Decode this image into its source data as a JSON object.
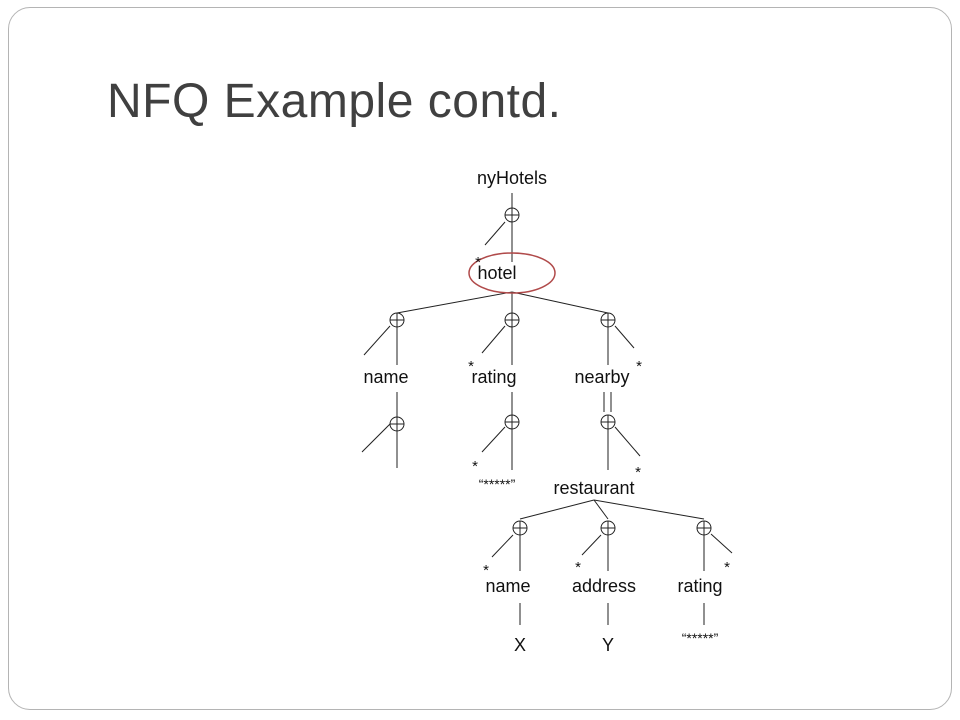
{
  "slide": {
    "title": "NFQ Example contd."
  },
  "tree": {
    "root": "nyHotels",
    "hotel": "hotel",
    "hotel_children": [
      "name",
      "rating",
      "nearby"
    ],
    "rating_value": "“*****”",
    "nearby_child": "restaurant",
    "restaurant_children": [
      "name",
      "address",
      "rating"
    ],
    "restaurant_values": [
      "X",
      "Y",
      "“*****”"
    ],
    "star": "*",
    "highlight_color": "#b04a4a"
  }
}
